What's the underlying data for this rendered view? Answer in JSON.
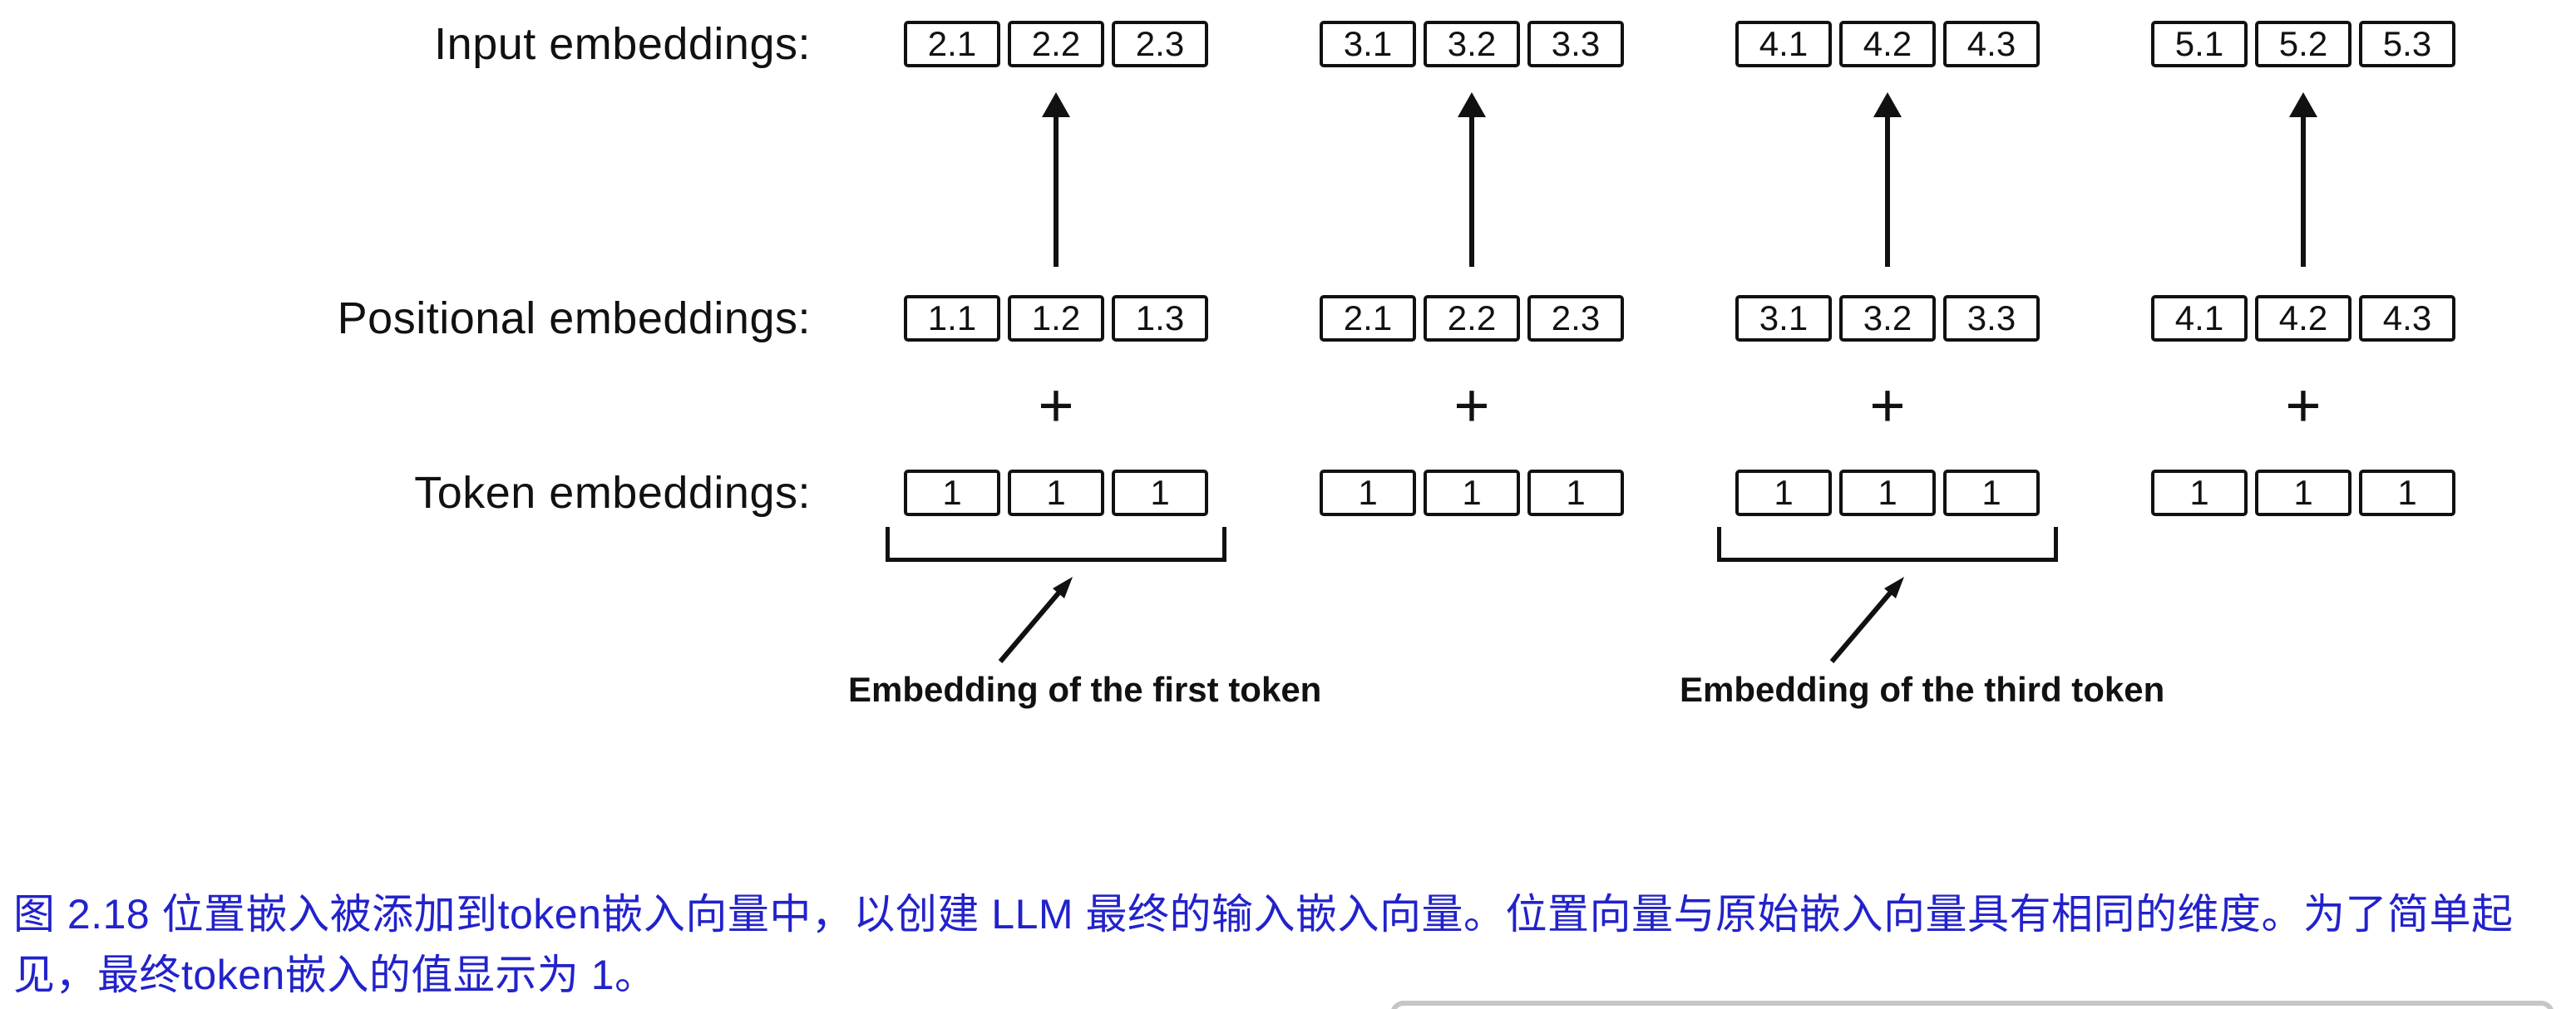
{
  "diagram": {
    "rows": [
      {
        "label": "Input embeddings:",
        "groups": [
          [
            "2.1",
            "2.2",
            "2.3"
          ],
          [
            "3.1",
            "3.2",
            "3.3"
          ],
          [
            "4.1",
            "4.2",
            "4.3"
          ],
          [
            "5.1",
            "5.2",
            "5.3"
          ]
        ]
      },
      {
        "label": "Positional embeddings:",
        "groups": [
          [
            "1.1",
            "1.2",
            "1.3"
          ],
          [
            "2.1",
            "2.2",
            "2.3"
          ],
          [
            "3.1",
            "3.2",
            "3.3"
          ],
          [
            "4.1",
            "4.2",
            "4.3"
          ]
        ]
      },
      {
        "label": "Token embeddings:",
        "groups": [
          [
            "1",
            "1",
            "1"
          ],
          [
            "1",
            "1",
            "1"
          ],
          [
            "1",
            "1",
            "1"
          ],
          [
            "1",
            "1",
            "1"
          ]
        ]
      }
    ],
    "plus_sign": "+",
    "annotations": [
      {
        "text": "Embedding of the first token",
        "target_group": 1
      },
      {
        "text": "Embedding of the third token",
        "target_group": 3
      }
    ],
    "colors": {
      "line": "#111111",
      "box_border": "#111111"
    }
  },
  "caption": {
    "text": "图 2.18 位置嵌入被添加到token嵌入向量中，以创建 LLM 最终的输入嵌入向量。位置向量与原始嵌入向量具有相同的维度。为了简单起见，最终token嵌入的值显示为 1。",
    "color": "#2222cc"
  }
}
